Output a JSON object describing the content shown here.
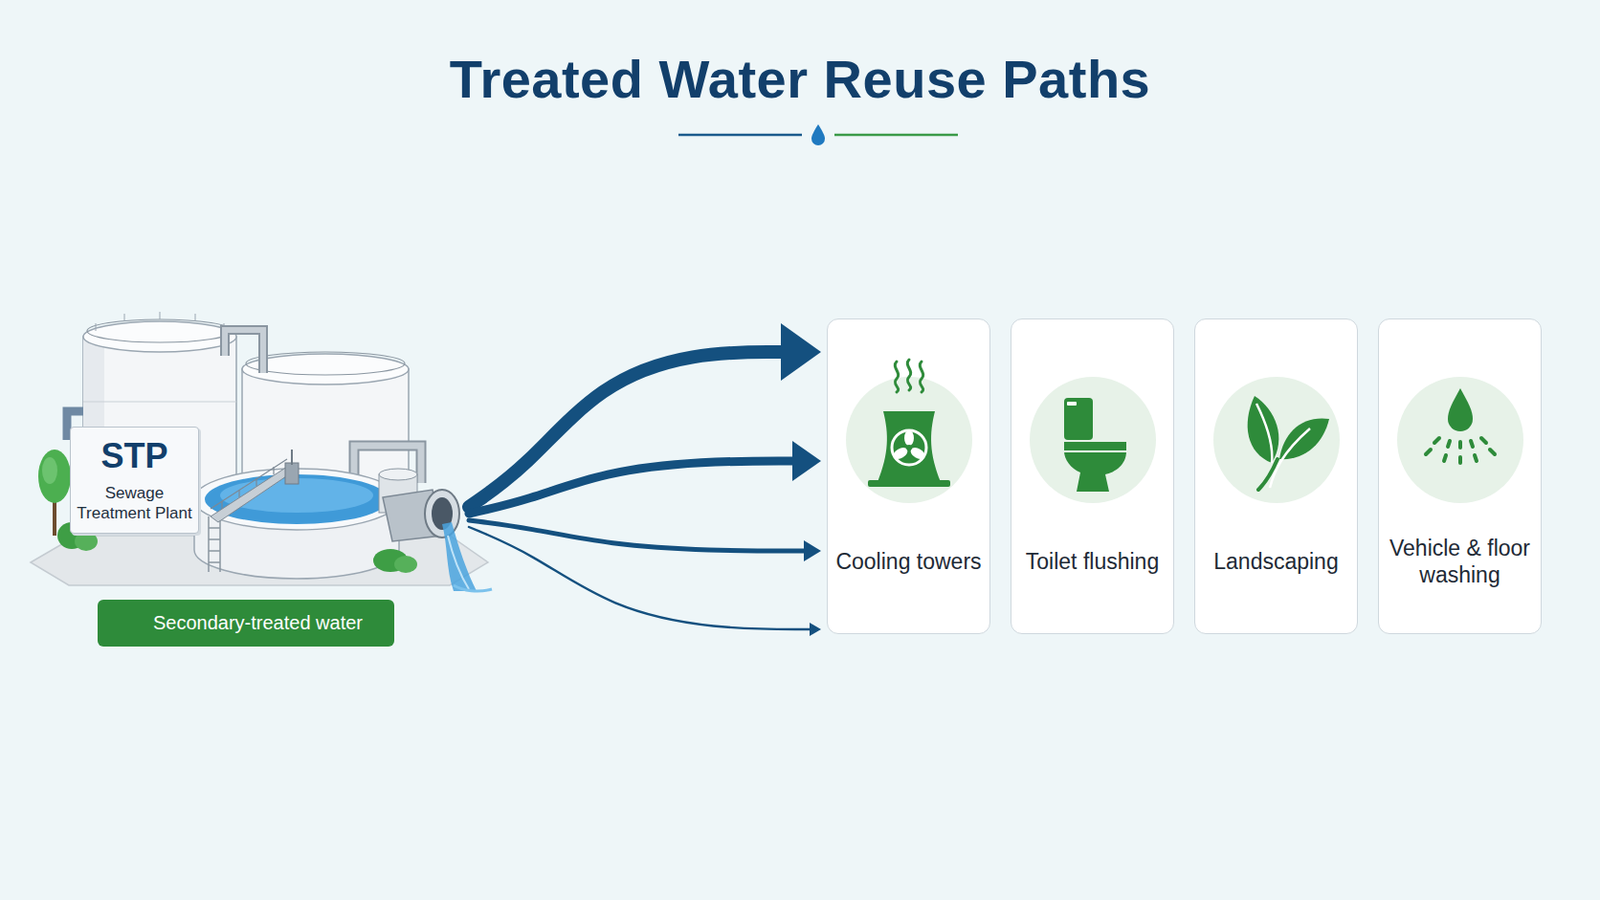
{
  "diagram": {
    "title": "Treated Water Reuse Paths",
    "nodes": [
      {
        "text": [
          "STP",
          "Sewage Treatment Plant"
        ]
      },
      {
        "text": [
          "Secondary-treated water"
        ]
      },
      {
        "text": [
          "Cooling towers"
        ]
      },
      {
        "text": [
          "Toilet flushing"
        ]
      },
      {
        "text": [
          "Landscaping"
        ]
      },
      {
        "text": [
          "Vehicle & floor washing"
        ]
      }
    ],
    "edges": [
      {
        "from": 0,
        "to": 2,
        "arrow": "to"
      },
      {
        "from": 0,
        "to": 3,
        "arrow": "to"
      },
      {
        "from": 0,
        "to": 4,
        "arrow": "to"
      },
      {
        "from": 0,
        "to": 5,
        "arrow": "to"
      }
    ]
  }
}
